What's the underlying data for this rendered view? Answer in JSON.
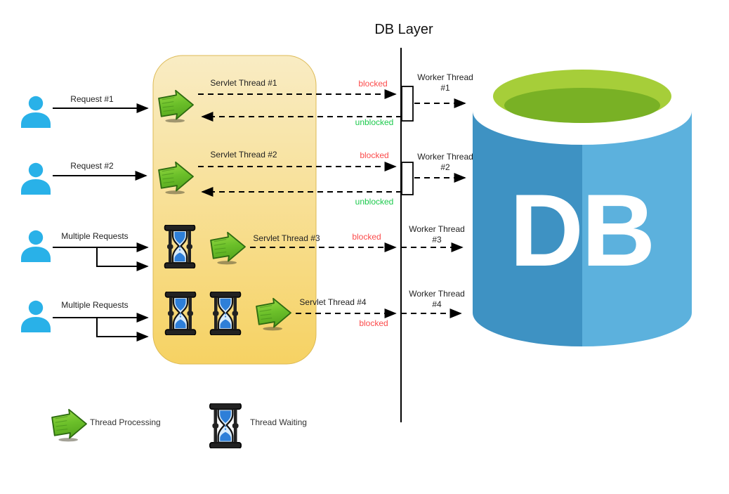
{
  "title": "DB Layer",
  "requests": [
    {
      "label": "Request #1"
    },
    {
      "label": "Request #2"
    },
    {
      "label": "Multiple Requests"
    },
    {
      "label": "Multiple Requests"
    }
  ],
  "servlet_threads": [
    {
      "label": "Servlet Thread #1"
    },
    {
      "label": "Servlet Thread #2"
    },
    {
      "label": "Servlet Thread #3"
    },
    {
      "label": "Servlet Thread #4"
    }
  ],
  "worker_threads": [
    {
      "label": "Worker Thread #1"
    },
    {
      "label": "Worker Thread #2"
    },
    {
      "label": "Worker Thread #3"
    },
    {
      "label": "Worker Thread #4"
    }
  ],
  "status": {
    "blocked": "blocked",
    "unblocked": "unblocked"
  },
  "db": {
    "label": "DB"
  },
  "legend": {
    "processing": "Thread Processing",
    "waiting": "Thread Waiting"
  },
  "colors": {
    "user_icon": "#29b1e8",
    "blocked_text": "#fb4b4b",
    "unblocked_text": "#1dc94d",
    "container_fill_top": "#f9ecc4",
    "container_fill_bottom": "#f6d263",
    "container_border": "#ddba55",
    "arrow_icon_light": "#9fdd49",
    "arrow_icon_dark": "#57a81f",
    "db_body_left": "#3e92c3",
    "db_body_right": "#5cb1dd",
    "db_top_light_green": "#a6ce39",
    "db_top_dark_green": "#79b125",
    "hourglass_sand": "#2e7fd8"
  }
}
